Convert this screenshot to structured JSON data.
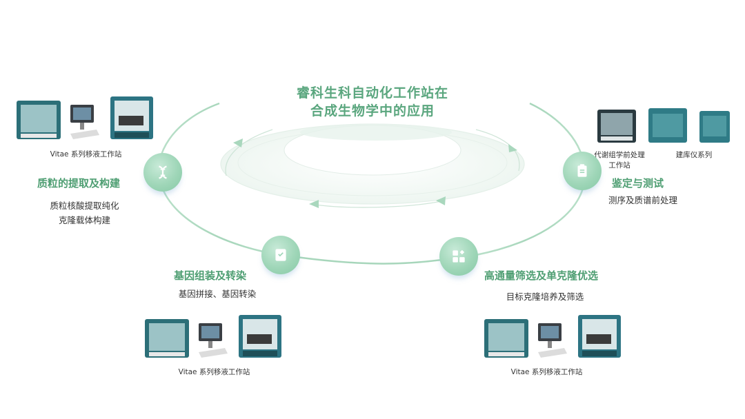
{
  "title": {
    "line1": "睿科生科自动化工作站在",
    "line2": "合成生物学中的应用"
  },
  "colors": {
    "accent": "#5aa67e",
    "ring": "#a9d7bd",
    "node": "#9fd6b8",
    "machine_teal": "#2f7b86"
  },
  "sections": {
    "plasmid": {
      "title": "质粒的提取及构建",
      "desc_line1": "质粒核酸提取纯化",
      "desc_line2": "克隆载体构建",
      "icon": "dna-icon",
      "caption": "Vitae 系列移液工作站"
    },
    "identify": {
      "title": "鉴定与测试",
      "desc": "测序及质谱前处理",
      "icon": "clipboard-icon",
      "caption_a_line1": "代谢组学前处理",
      "caption_a_line2": "工作站",
      "caption_b": "建库仪系列"
    },
    "assembly": {
      "title": "基因组装及转染",
      "desc": "基因拼接、基因转染",
      "icon": "kit-icon",
      "caption": "Vitae 系列移液工作站"
    },
    "screening": {
      "title": "高通量筛选及单克隆优选",
      "desc": "目标克隆培养及筛选",
      "icon": "apps-icon",
      "caption": "Vitae 系列移液工作站"
    }
  }
}
